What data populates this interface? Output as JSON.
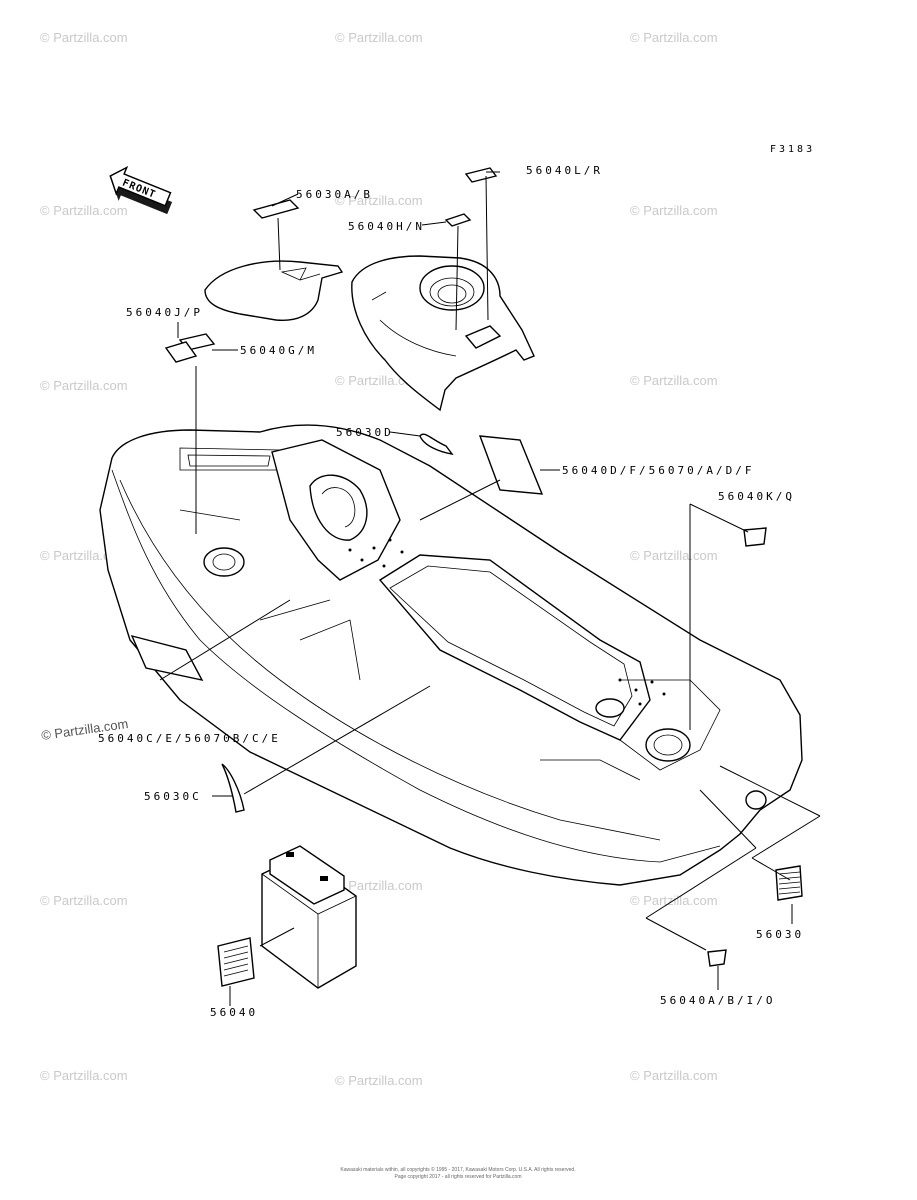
{
  "figure_code": "F3183",
  "front_label": "FRONT",
  "watermark": "© Partzilla.com",
  "copyright_line1": "Kawasaki materials within, all copyrights © 1995 - 2017, Kawasaki Motors Corp. U.S.A. All rights reserved.",
  "copyright_line2": "Page copyright 2017 - all rights reserved for Partzilla.com",
  "labels": {
    "l1": "56030A/B",
    "l2": "56040L/R",
    "l3": "56040H/N",
    "l4": "56040J/P",
    "l5": "56040G/M",
    "l6": "56030D",
    "l7": "56040D/F/56070/A/D/F",
    "l8": "56040K/Q",
    "l9": "56040C/E/56070B/C/E",
    "l10": "56030C",
    "l11": "56030",
    "l12": "56040",
    "l13": "56040A/B/I/O"
  }
}
